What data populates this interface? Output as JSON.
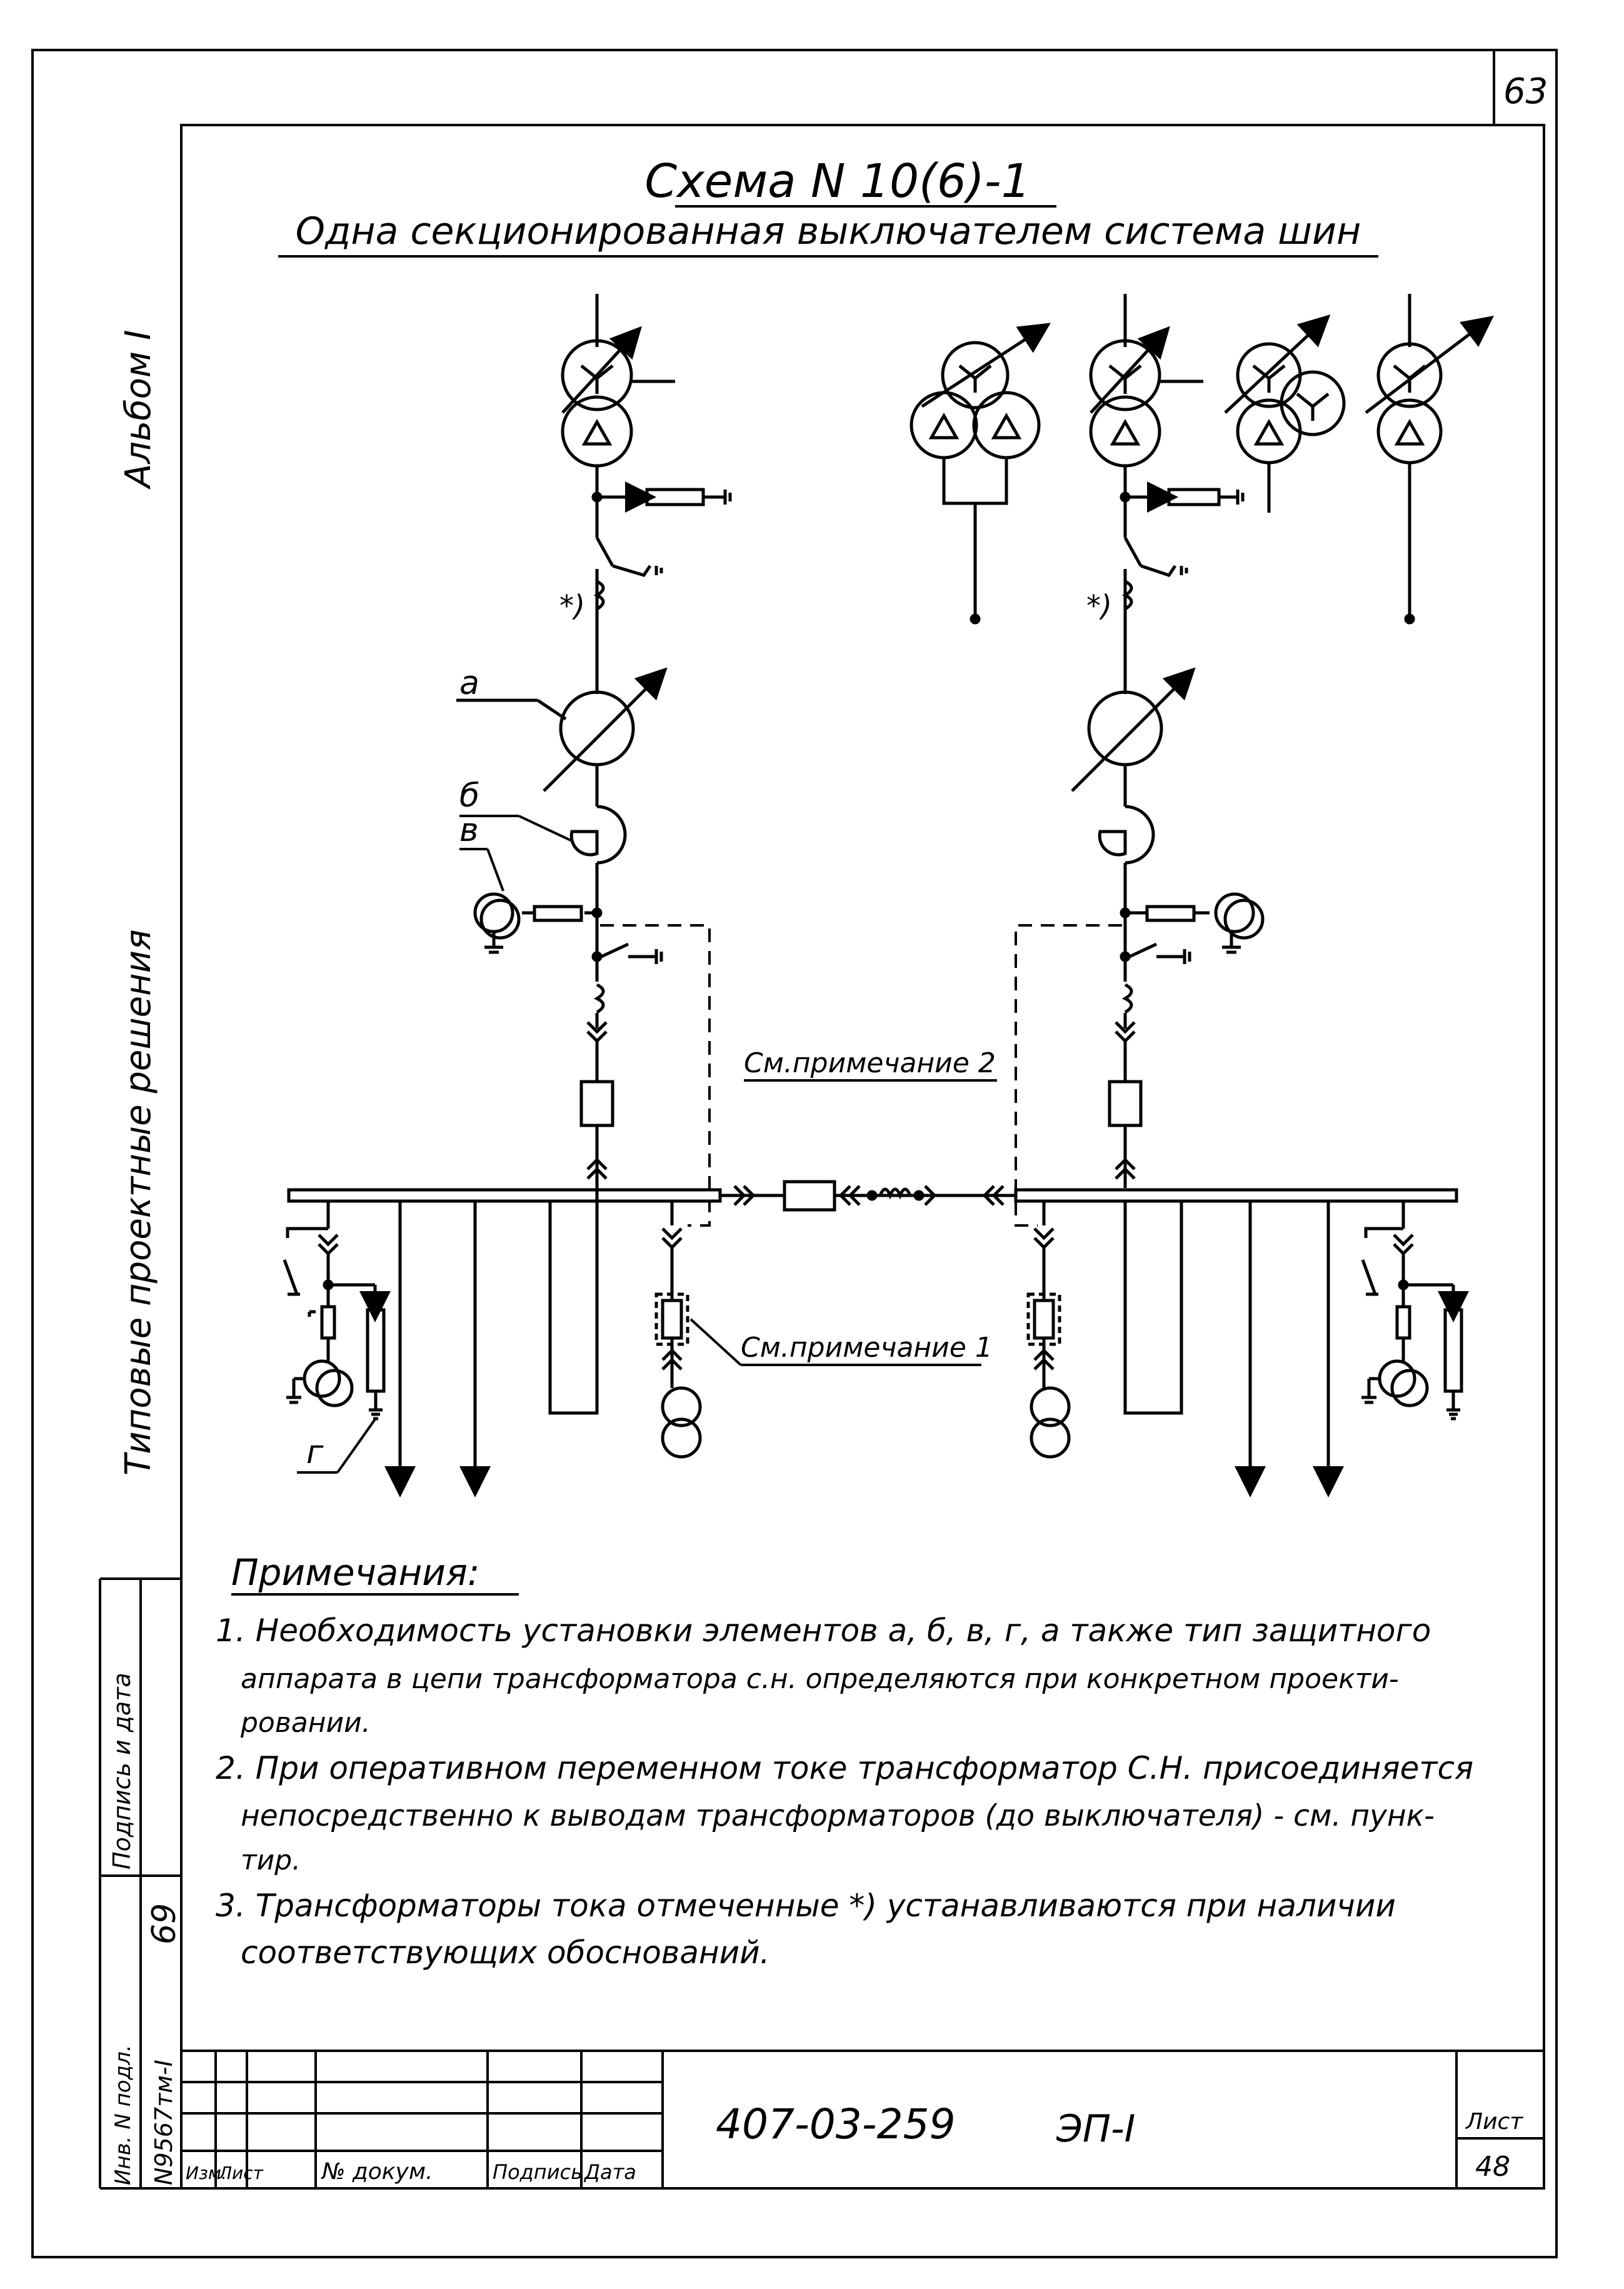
{
  "sheet_corner_number": "63",
  "side_labels": {
    "album": "Альбом I",
    "series": "Типовые проектные решения"
  },
  "title": "Схема N 10(6)-1",
  "subtitle": "Одна секционированная выключателем система шин",
  "element_labels": {
    "a": "а",
    "b": "б",
    "v": "в",
    "g": "г",
    "star_left": "*)",
    "star_right": "*)"
  },
  "callouts": {
    "note2": "См.примечание 2",
    "note1": "См.примечание 1"
  },
  "notes": {
    "heading": "Примечания:",
    "lines": [
      "1. Необходимость установки элементов а, б, в, г, а также тип защитного",
      "аппарата в цепи трансформатора с.н. определяются при конкретном проекти-",
      "ровании.",
      "2. При оперативном переменном токе трансформатор С.Н. присоединяется",
      "непосредственно к выводам трансформаторов (до выключателя) - см. пунк-",
      "тир.",
      "3. Трансформаторы тока отмеченные *) устанавливаются при наличии",
      "соответствующих обоснований."
    ]
  },
  "stamp": {
    "designation": "407-03-259",
    "sheet_code": "ЭП-I",
    "sheet_label": "Лист",
    "sheet_number": "48",
    "headers": [
      "Изм.",
      "Лист",
      "№ докум.",
      "Подпись",
      "Дата"
    ],
    "side_cells": {
      "inv_label": "Инв. N подл.",
      "inv_value": "N9567тм-I",
      "sign_label": "Подпись и дата",
      "sign_value": "69"
    }
  }
}
